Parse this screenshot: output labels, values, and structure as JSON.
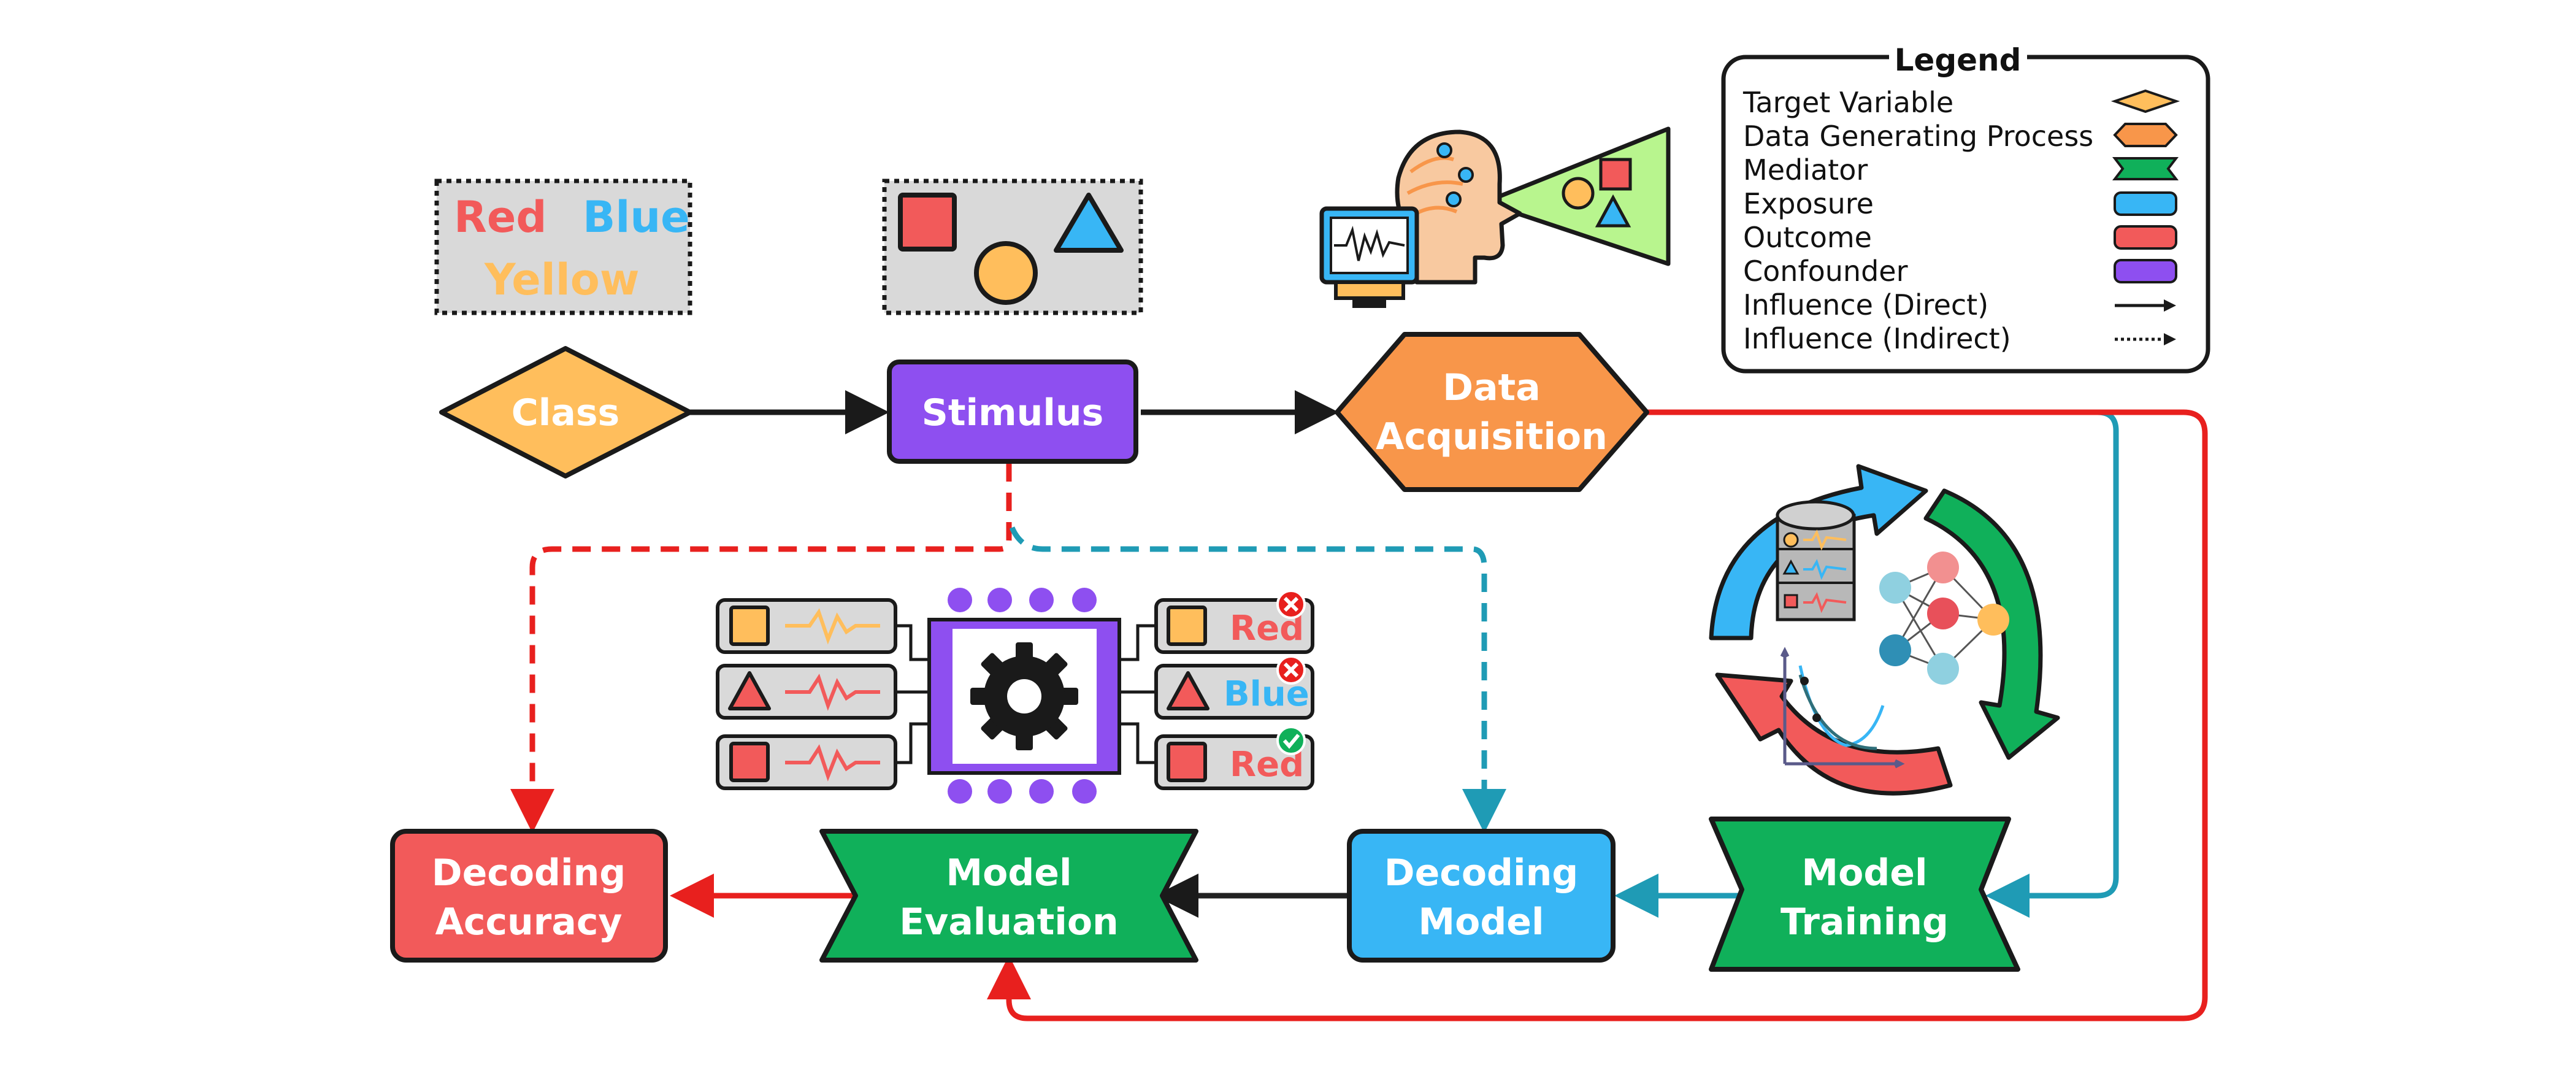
{
  "legend": {
    "title": "Legend",
    "items": [
      {
        "label": "Target Variable",
        "shape": "diamond",
        "color": "#FFBE5C"
      },
      {
        "label": "Data Generating Process",
        "shape": "hexagon",
        "color": "#F8964A"
      },
      {
        "label": "Mediator",
        "shape": "bowtie",
        "color": "#10B05A"
      },
      {
        "label": "Exposure",
        "shape": "rounded-rect",
        "color": "#38B6F5"
      },
      {
        "label": "Outcome",
        "shape": "rounded-rect",
        "color": "#F25A5A"
      },
      {
        "label": "Confounder",
        "shape": "rounded-rect",
        "color": "#8E4FF0"
      },
      {
        "label": "Influence (Direct)",
        "shape": "solid-arrow"
      },
      {
        "label": "Influence (Indirect)",
        "shape": "dotted-arrow"
      }
    ]
  },
  "class_box": {
    "words": [
      "Red",
      "Blue",
      "Yellow"
    ],
    "colors": [
      "#F25A5A",
      "#38B6F5",
      "#FFBE5C"
    ]
  },
  "nodes": {
    "class": {
      "label": "Class",
      "color": "#FFBE5C"
    },
    "stimulus": {
      "label": "Stimulus",
      "color": "#8E4FF0"
    },
    "data_acquisition": {
      "line1": "Data",
      "line2": "Acquisition",
      "color": "#F8964A"
    },
    "decoding_accuracy": {
      "line1": "Decoding",
      "line2": "Accuracy",
      "color": "#F25A5A"
    },
    "model_evaluation": {
      "line1": "Model",
      "line2": "Evaluation",
      "color": "#10B05A"
    },
    "decoding_model": {
      "line1": "Decoding",
      "line2": "Model",
      "color": "#38B6F5"
    },
    "model_training": {
      "line1": "Model",
      "line2": "Training",
      "color": "#10B05A"
    }
  },
  "predictions": [
    {
      "label": "Red",
      "color": "#F25A5A",
      "result": "wrong"
    },
    {
      "label": "Blue",
      "color": "#38B6F5",
      "result": "wrong"
    },
    {
      "label": "Red",
      "color": "#F25A5A",
      "result": "correct"
    }
  ],
  "colors": {
    "red_arrow": "#E8201E",
    "teal_arrow": "#1F9BB5",
    "dark_arrow": "#222222",
    "stroke": "#1a1a1a"
  }
}
